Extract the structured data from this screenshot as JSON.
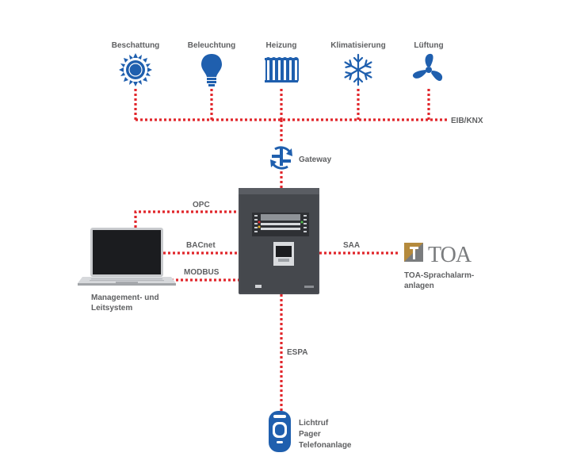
{
  "devices": [
    {
      "id": "beschattung",
      "label": "Beschattung",
      "icon": "sun-icon"
    },
    {
      "id": "beleuchtung",
      "label": "Beleuchtung",
      "icon": "lightbulb-icon"
    },
    {
      "id": "heizung",
      "label": "Heizung",
      "icon": "radiator-icon"
    },
    {
      "id": "klimatisierung",
      "label": "Klimatisierung",
      "icon": "snowflake-icon"
    },
    {
      "id": "lueftung",
      "label": "Lüftung",
      "icon": "fan-icon"
    }
  ],
  "bus_label": "EIB/KNX",
  "gateway_label": "Gateway",
  "connections": {
    "opc": "OPC",
    "bacnet": "BACnet",
    "modbus": "MODBUS",
    "saa": "SAA",
    "espa": "ESPA"
  },
  "management": {
    "line1": "Management- und",
    "line2": "Leitsystem"
  },
  "toa": {
    "logo_text": "TOA",
    "line1": "TOA-Sprachalarm-",
    "line2": "anlagen"
  },
  "pager": {
    "line1": "Lichtruf",
    "line2": "Pager",
    "line3": "Telefonanlage"
  },
  "colors": {
    "bus": "#e1262b",
    "icon": "#1f5fae",
    "text": "#5f6062",
    "panel": "#4a4d52"
  }
}
